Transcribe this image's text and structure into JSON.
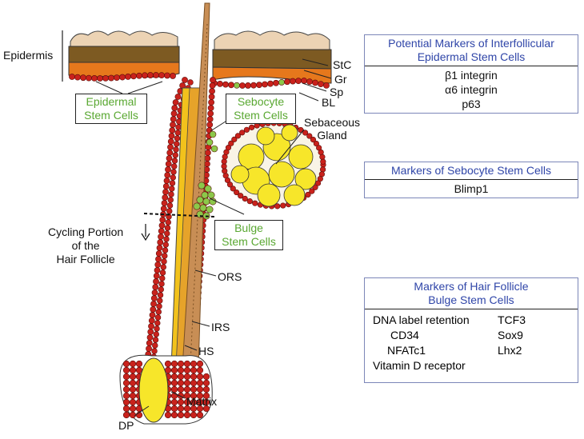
{
  "labels": {
    "epidermis": "Epidermis",
    "stc": "StC",
    "gr": "Gr",
    "sp": "Sp",
    "bl": "BL",
    "sebaceous_gland": "Sebaceous\nGland",
    "cycling_portion": "Cycling Portion\nof the\nHair Follicle",
    "ors": "ORS",
    "irs": "IRS",
    "hs": "HS",
    "matrix": "Matrix",
    "dp": "DP"
  },
  "stem_cell_boxes": {
    "epidermal": "Epidermal\nStem Cells",
    "sebocyte": "Sebocyte\nStem Cells",
    "bulge": "Bulge\nStem Cells"
  },
  "marker_boxes": {
    "interfollicular": {
      "title": "Potential Markers of Interfollicular\nEpidermal Stem Cells",
      "items": [
        "β1 integrin",
        "α6 integrin",
        "p63"
      ]
    },
    "sebocyte": {
      "title": "Markers of Sebocyte Stem Cells",
      "items": [
        "Blimp1"
      ]
    },
    "bulge": {
      "title": "Markers of Hair Follicle\nBulge Stem Cells",
      "col1": [
        "DNA label retention",
        "CD34",
        "NFATc1",
        "Vitamin D receptor"
      ],
      "col2": [
        "TCF3",
        "Sox9",
        "Lhx2"
      ]
    }
  },
  "colors": {
    "stratum_corneum": "#ecd3b4",
    "granular": "#7d5a22",
    "spinous": "#e6781c",
    "basal_red": "#c9221c",
    "stem_green": "#8cc84a",
    "gland_yellow": "#f7e62a",
    "hair_shaft": "#c88e55",
    "irs_yellow": "#f2c21c",
    "title_blue": "#2f45a8"
  }
}
